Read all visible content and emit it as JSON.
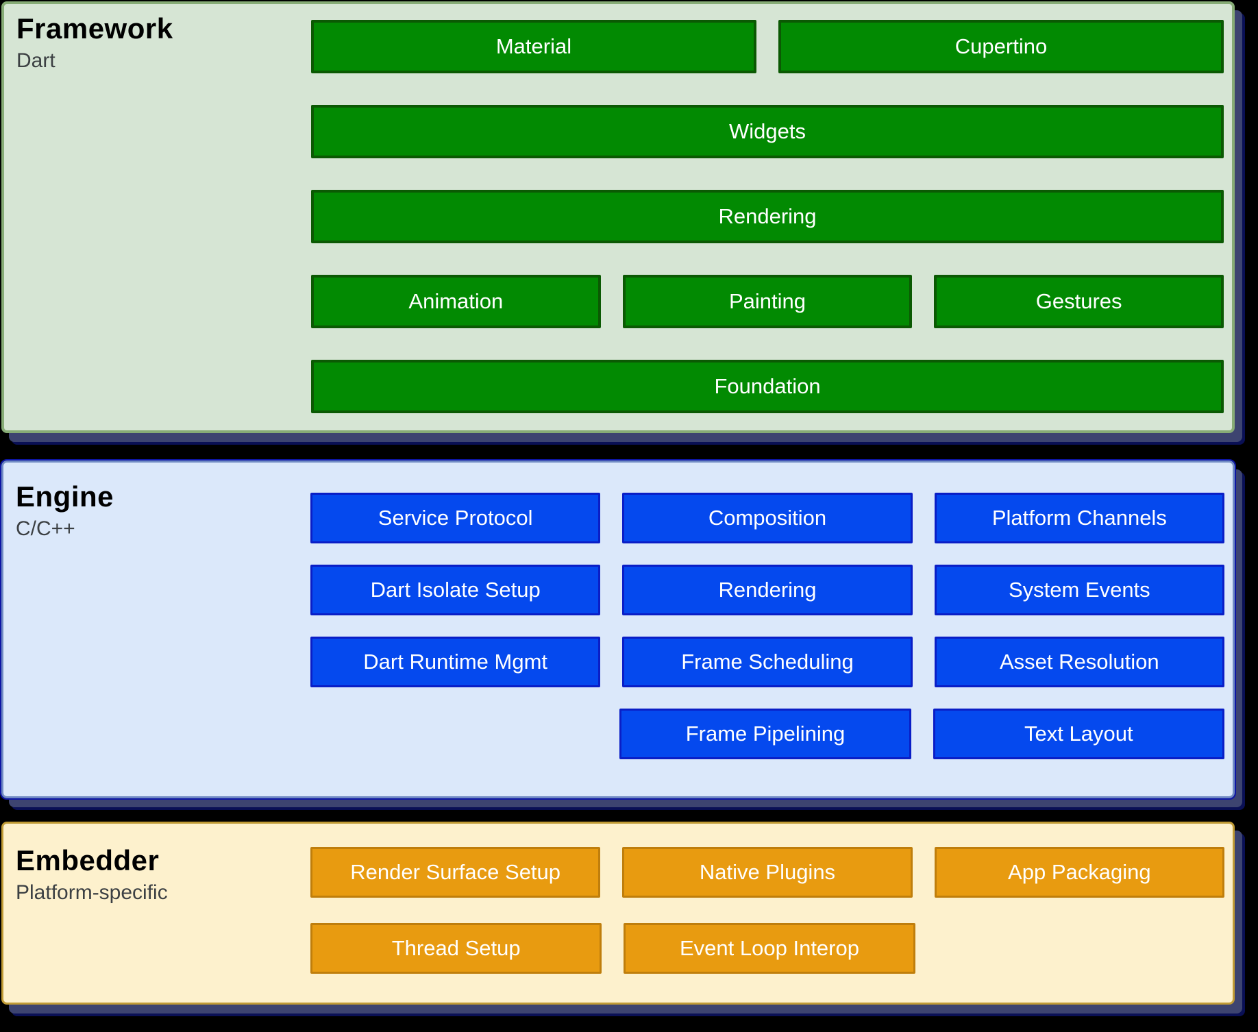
{
  "colors": {
    "page_background": "#000000",
    "card_shadow": "#3d4470",
    "card_shadow_rim": "#0a1055",
    "framework": {
      "bg": "#d6e5d4",
      "border": "#87ac76",
      "box_bg": "#028a02",
      "box_border": "#0b5903",
      "box_text": "#ffffff"
    },
    "engine": {
      "bg": "#dbe8fa",
      "border": "#718bc3",
      "outer_rim": "#0d16a5",
      "box_bg": "#0549ee",
      "box_border": "#0a1ec6",
      "box_text": "#ffffff"
    },
    "embedder": {
      "bg": "#fdf1cd",
      "border": "#c09b35",
      "box_bg": "#e89b10",
      "box_border": "#bf7e0c",
      "box_text": "#ffffff"
    },
    "title_text": "#000000",
    "subtitle_text": "#3c4043"
  },
  "sections": {
    "framework": {
      "title": "Framework",
      "subtitle": "Dart",
      "rows": [
        {
          "cells": [
            "Material",
            "Cupertino"
          ]
        },
        {
          "cells": [
            "Widgets"
          ]
        },
        {
          "cells": [
            "Rendering"
          ]
        },
        {
          "cells": [
            "Animation",
            "Painting",
            "Gestures"
          ]
        },
        {
          "cells": [
            "Foundation"
          ]
        }
      ]
    },
    "engine": {
      "title": "Engine",
      "subtitle": "C/C++",
      "rows": [
        {
          "cells": [
            "Service Protocol",
            "Composition",
            "Platform Channels"
          ]
        },
        {
          "cells": [
            "Dart Isolate Setup",
            "Rendering",
            "System Events"
          ]
        },
        {
          "cells": [
            "Dart Runtime Mgmt",
            "Frame Scheduling",
            "Asset Resolution"
          ]
        },
        {
          "cells": [
            "Frame Pipelining",
            "Text Layout"
          ]
        }
      ]
    },
    "embedder": {
      "title": "Embedder",
      "subtitle": "Platform-specific",
      "rows": [
        {
          "cells": [
            "Render Surface Setup",
            "Native Plugins",
            "App Packaging"
          ]
        },
        {
          "cells": [
            "Thread Setup",
            "Event Loop Interop"
          ]
        }
      ]
    }
  }
}
